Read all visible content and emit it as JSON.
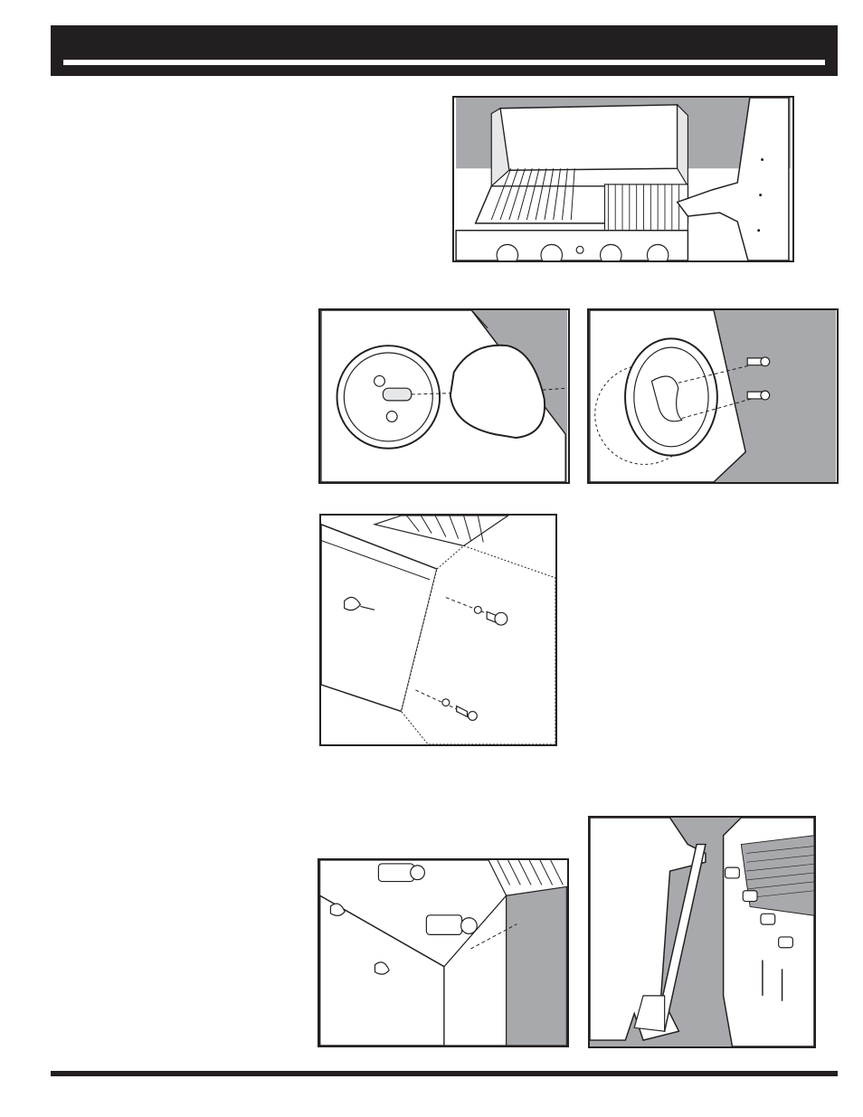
{
  "page": {
    "header": {
      "title": ""
    },
    "figures": [
      {
        "id": "fig-grill-cooking-grates",
        "icon": "grill-grate-removal-illustration"
      },
      {
        "id": "fig-control-knob-removal",
        "icon": "control-knob-illustration"
      },
      {
        "id": "fig-bezel-screws",
        "icon": "bezel-screw-illustration"
      },
      {
        "id": "fig-control-panel-screws",
        "icon": "control-panel-screw-illustration"
      },
      {
        "id": "fig-valve-manifold",
        "icon": "valve-manifold-illustration"
      },
      {
        "id": "fig-manifold-removal",
        "icon": "manifold-removal-illustration"
      }
    ]
  },
  "colors": {
    "ink": "#231f20",
    "shade": "#a7a9ac",
    "paper": "#ffffff"
  }
}
